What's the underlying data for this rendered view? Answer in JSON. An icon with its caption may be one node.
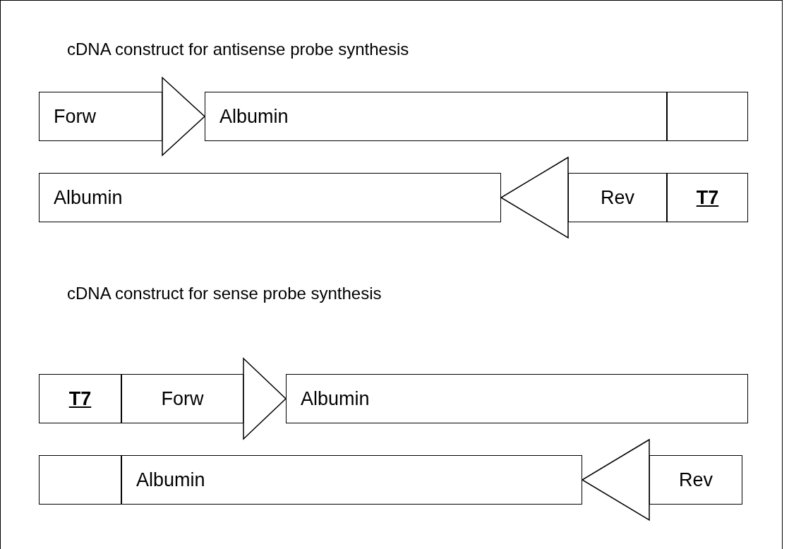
{
  "diagram": {
    "nodes": [
      {
        "text": [
          "Forw"
        ]
      },
      {
        "text": [
          "Albumin"
        ]
      },
      {
        "text": [],
        "shape": "box"
      },
      {
        "text": [
          "Albumin"
        ]
      },
      {
        "text": [
          "Rev"
        ]
      },
      {
        "text": [
          "T7"
        ]
      },
      {
        "text": [
          "T7"
        ]
      },
      {
        "text": [
          "Forw"
        ]
      },
      {
        "text": [
          "Albumin"
        ]
      },
      {
        "text": [],
        "shape": "box"
      },
      {
        "text": [
          "Albumin"
        ]
      },
      {
        "text": [
          "Rev"
        ]
      }
    ],
    "edges": [
      {
        "from": 0,
        "to": 1,
        "arrow": "to"
      },
      {
        "from": 4,
        "to": 3,
        "arrow": "to"
      },
      {
        "from": 7,
        "to": 8,
        "arrow": "to"
      },
      {
        "from": 11,
        "to": 10,
        "arrow": "to"
      }
    ],
    "labels": [
      "cDNA construct for antisense probe synthesis",
      "cDNA construct for sense probe synthesis"
    ]
  }
}
